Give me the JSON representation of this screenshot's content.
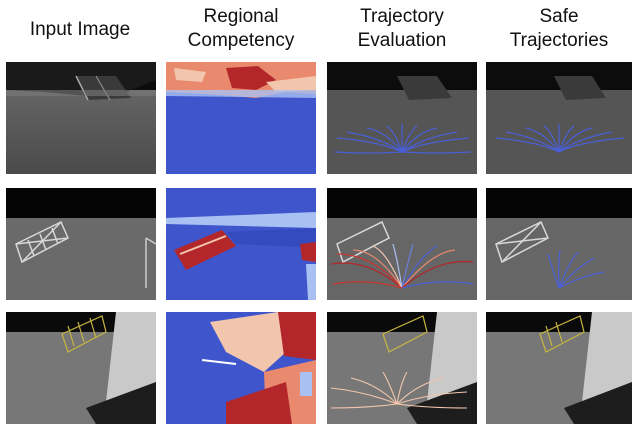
{
  "columns": [
    {
      "line1": "Input Image",
      "line2": ""
    },
    {
      "line1": "Regional",
      "line2": "Competency"
    },
    {
      "line1": "Trajectory",
      "line2": "Evaluation"
    },
    {
      "line1": "Safe",
      "line2": "Trajectories"
    }
  ],
  "colors": {
    "competent_blue": "#3f55cc",
    "incompetent_red": "#b3262a",
    "salmon": "#e98a6e",
    "peach": "#f2c6ad",
    "light_blue": "#a9c0f2",
    "safe_trajectory": "#4a5fd6",
    "truss": "#d8d8d8",
    "ladder": "#c8b640"
  }
}
